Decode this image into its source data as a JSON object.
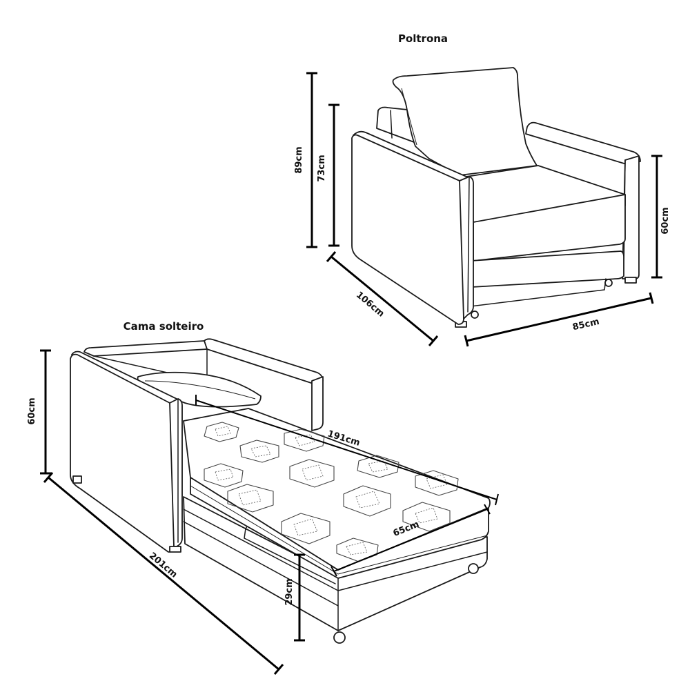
{
  "armchair": {
    "title": "Poltrona",
    "dims": {
      "height_total": "89cm",
      "height_back": "73cm",
      "height_side": "60cm",
      "depth": "106cm",
      "width": "85cm"
    }
  },
  "bed": {
    "title": "Cama solteiro",
    "dims": {
      "height_arm": "60cm",
      "length_total": "201cm",
      "mattress_length": "191cm",
      "mattress_width": "65cm",
      "mattress_height": "29cm"
    }
  },
  "colors": {
    "line": "#1a1a1a",
    "dimension": "#000000",
    "background": "#ffffff"
  }
}
